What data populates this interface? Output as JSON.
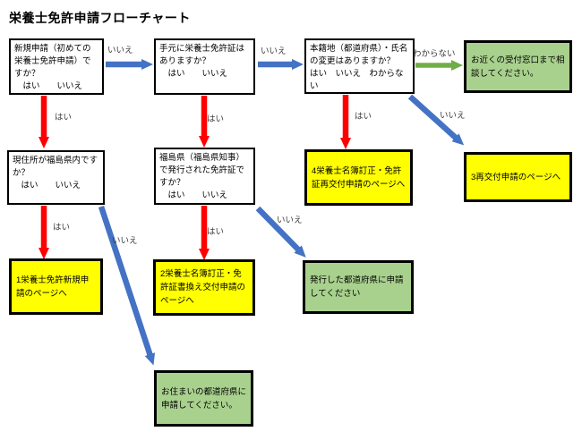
{
  "title": "栄養士免許申請フローチャート",
  "boxes": [
    {
      "id": "new-application",
      "text": "新規申請（初めての栄養士免許申請）ですか？",
      "options": "　はい　　いいえ"
    },
    {
      "id": "license-in-hand",
      "text": "手元に栄養士免許証はありますか？",
      "options": "　はい　　いいえ"
    },
    {
      "id": "registry-name-change",
      "text": "本籍地（都道府県）・氏名の変更はありますか？",
      "options": "はい　いいえ　わからない"
    },
    {
      "id": "consult-counter",
      "text": "お近くの受付窓口まで相談してください。"
    },
    {
      "id": "address-in-fukushima",
      "text": "現住所が福島県内ですか？",
      "options": "　はい　　いいえ"
    },
    {
      "id": "issued-by-fukushima",
      "text": "福島県（福島県知事）で発行された免許証ですか？",
      "options": "　はい　　いいえ"
    },
    {
      "id": "page-4-registry-reissue",
      "text": "4栄養士名簿訂正・免許証再交付申請のページへ"
    },
    {
      "id": "page-3-reissue",
      "text": "3再交付申請のページへ"
    },
    {
      "id": "page-1-new",
      "text": "1栄養士免許新規申請のページへ"
    },
    {
      "id": "page-2-rewrite",
      "text": "2栄養士名簿訂正・免許証書換え交付申請のページへ"
    },
    {
      "id": "apply-issuing-prefecture",
      "text": "発行した都道府県に申請してください"
    },
    {
      "id": "apply-residence-prefecture",
      "text": "お住まいの都道府県に申請してください。"
    }
  ],
  "edge_labels": [
    {
      "text": "いいえ"
    },
    {
      "text": "いいえ"
    },
    {
      "text": "わからない"
    },
    {
      "text": "はい"
    },
    {
      "text": "はい"
    },
    {
      "text": "はい"
    },
    {
      "text": "いいえ"
    },
    {
      "text": "はい"
    },
    {
      "text": "いいえ"
    },
    {
      "text": "はい"
    },
    {
      "text": "いいえ"
    }
  ],
  "colors": {
    "result_yellow": "#FFFF00",
    "result_green": "#A9D18E",
    "arrow_red": "#FF0000",
    "arrow_blue": "#4472C4",
    "arrow_green": "#70AD47",
    "box_border": "#000000"
  }
}
